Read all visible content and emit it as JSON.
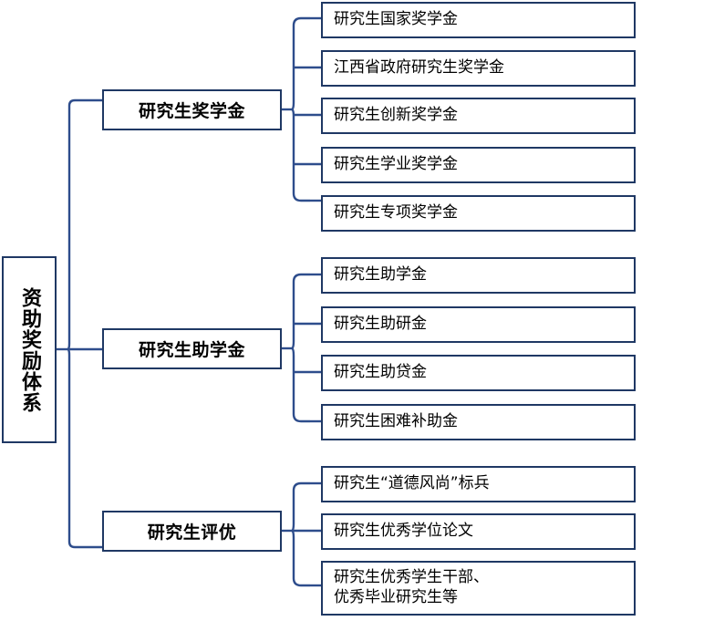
{
  "title": "资助奖励体系",
  "colors": {
    "border": "#1F3864",
    "connector": "#2E4D8C",
    "background": "#FFFFFF",
    "text": "#000000"
  },
  "root": {
    "label": "资助奖励体系",
    "orientation": "vertical"
  },
  "branches": [
    {
      "id": "scholarship",
      "label": "研究生奖学金",
      "items": [
        {
          "label": "研究生国家奖学金"
        },
        {
          "label": "江西省政府研究生奖学金"
        },
        {
          "label": "研究生创新奖学金"
        },
        {
          "label": "研究生学业奖学金"
        },
        {
          "label": "研究生专项奖学金"
        }
      ]
    },
    {
      "id": "stipend",
      "label": "研究生助学金",
      "items": [
        {
          "label": "研究生助学金"
        },
        {
          "label": "研究生助研金"
        },
        {
          "label": "研究生助贷金"
        },
        {
          "label": "研究生困难补助金"
        }
      ]
    },
    {
      "id": "honors",
      "label": "研究生评优",
      "items": [
        {
          "label": "研究生“道德风尚”标兵"
        },
        {
          "label": "研究生优秀学位论文"
        },
        {
          "label": "研究生优秀学生干部、\n优秀毕业研究生等"
        }
      ]
    }
  ]
}
